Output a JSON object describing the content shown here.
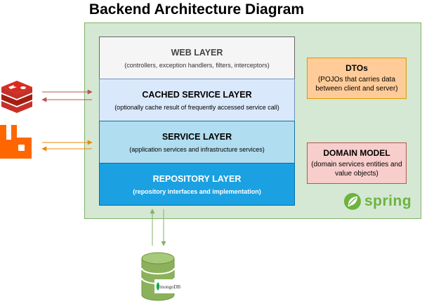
{
  "title": "Backend Architecture Diagram",
  "layers": [
    {
      "name": "WEB LAYER",
      "desc": "(controllers, exception handlers, filters, interceptors)"
    },
    {
      "name": "CACHED SERVICE LAYER",
      "desc": "(optionally cache result of frequently accessed service call)"
    },
    {
      "name": "SERVICE LAYER",
      "desc": "(application services and infrastructure services)"
    },
    {
      "name": "REPOSITORY LAYER",
      "desc": "(repository interfaces and implementation)"
    }
  ],
  "dtos": {
    "name": "DTOs",
    "desc_line1": "(POJOs that carries data",
    "desc_line2": "between client and server)"
  },
  "domain": {
    "name": "DOMAIN MODEL",
    "desc_line1": "(domain services entities and",
    "desc_line2": "value objects)"
  },
  "spring": {
    "word": "spring"
  },
  "mongo": {
    "label": "mongoDB"
  },
  "colors": {
    "redis_arrow": "#b85450",
    "rabbit_arrow": "#f08705",
    "mongo_arrow": "#82b366"
  },
  "icons": [
    "redis-icon",
    "rabbitmq-icon",
    "mongodb-icon",
    "spring-leaf-icon"
  ]
}
